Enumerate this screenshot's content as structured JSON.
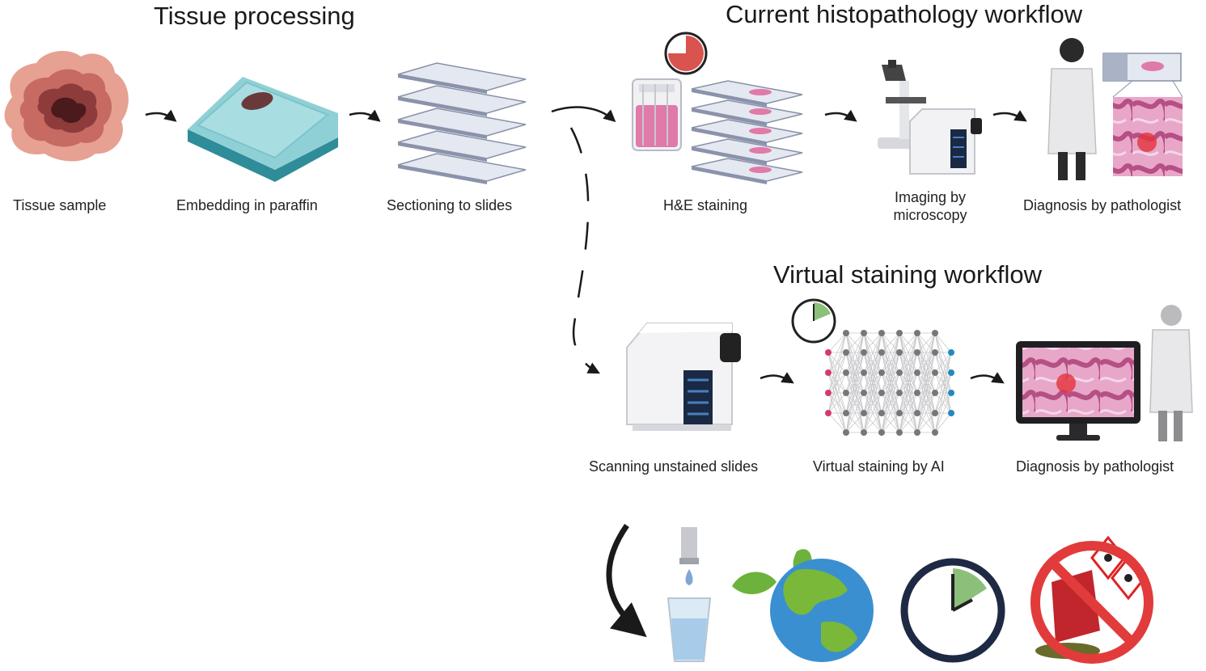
{
  "titles": {
    "tissue_processing": "Tissue processing",
    "current_workflow": "Current histopathology workflow",
    "virtual_workflow": "Virtual staining workflow"
  },
  "labels": {
    "tissue_sample": "Tissue sample",
    "embedding": "Embedding in paraffin",
    "sectioning": "Sectioning to slides",
    "he_staining": "H&E staining",
    "imaging_line1": "Imaging by",
    "imaging_line2": "microscopy",
    "diagnosis_current": "Diagnosis by pathologist",
    "scanning": "Scanning unstained slides",
    "virtual_staining": "Virtual staining by AI",
    "diagnosis_virtual": "Diagnosis by pathologist"
  },
  "colors": {
    "stain_pink": "#e07aa8",
    "tissue_dark": "#7a3030",
    "clock_red": "#d9534f",
    "clock_green": "#8cc07a",
    "node_pink": "#d63a6a",
    "node_blue": "#1f8ac0",
    "earth_blue": "#3a8fd0",
    "earth_green": "#7ab83a",
    "prohibit_red": "#e23b3b",
    "barrel_red": "#c0262c"
  },
  "icons": [
    "tissue-sample-icon",
    "paraffin-block-icon",
    "slide-stack-icon",
    "staining-jar-icon",
    "stained-slides-icon",
    "timer-red-icon",
    "microscope-icon",
    "scanner-icon",
    "pathologist-icon",
    "tissue-view-icon",
    "neural-network-icon",
    "timer-green-icon",
    "monitor-icon",
    "water-glass-icon",
    "earth-icon",
    "clock-icon",
    "no-chemicals-icon"
  ]
}
